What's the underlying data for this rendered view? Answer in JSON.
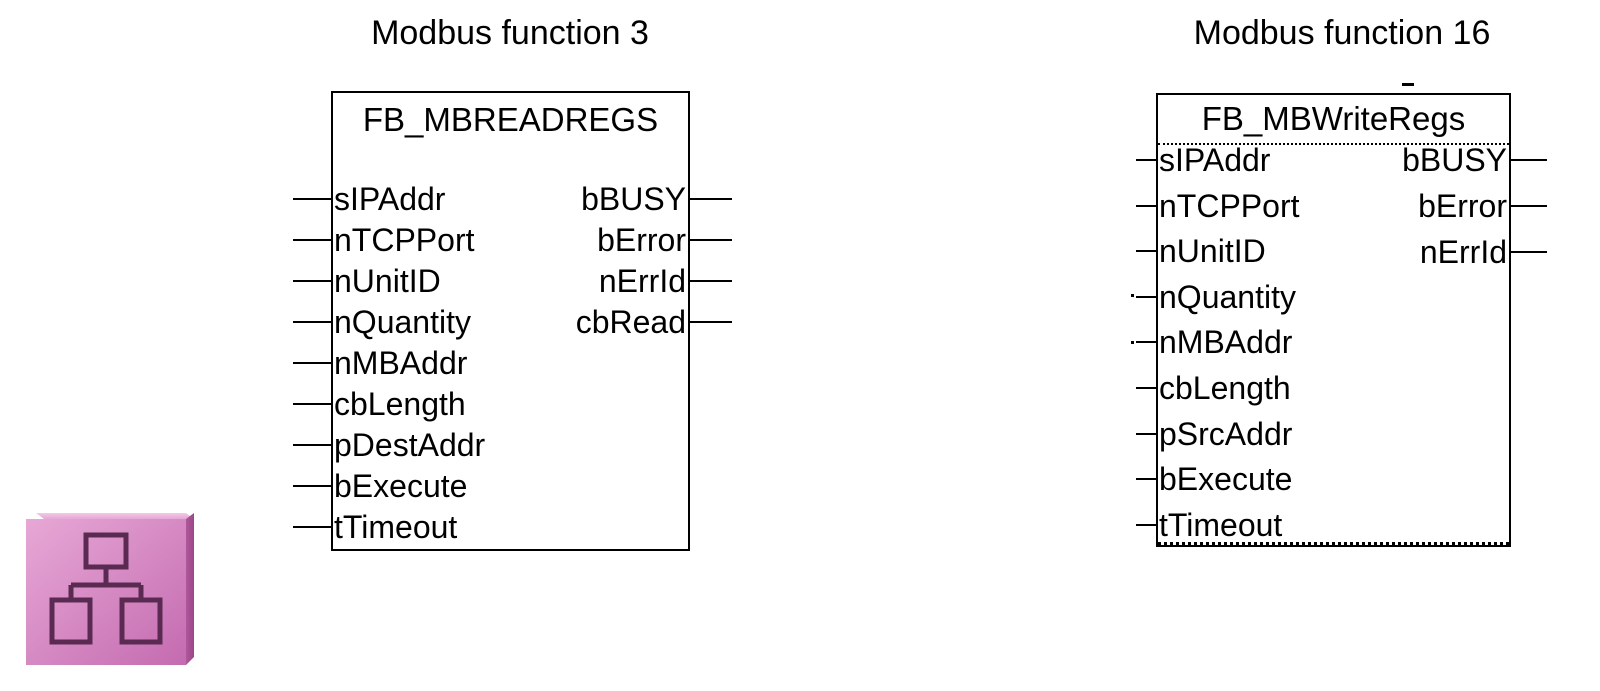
{
  "blocks": [
    {
      "caption": "Modbus function 3",
      "title": "FB_MBREADREGS",
      "inputs": [
        "sIPAddr",
        "nTCPPort",
        "nUnitID",
        "nQuantity",
        "nMBAddr",
        "cbLength",
        "pDestAddr",
        "bExecute",
        "tTimeout"
      ],
      "outputs": [
        "bBUSY",
        "bError",
        "nErrId",
        "cbRead"
      ]
    },
    {
      "caption": "Modbus function 16",
      "title": "FB_MBWriteRegs",
      "inputs": [
        "sIPAddr",
        "nTCPPort",
        "nUnitID",
        "nQuantity",
        "nMBAddr",
        "cbLength",
        "pSrcAddr",
        "bExecute",
        "tTimeout"
      ],
      "outputs": [
        "bBUSY",
        "bError",
        "nErrId"
      ]
    }
  ],
  "logo": {
    "icon": "network-hierarchy-cube-icon",
    "color": "#d97fc2"
  }
}
